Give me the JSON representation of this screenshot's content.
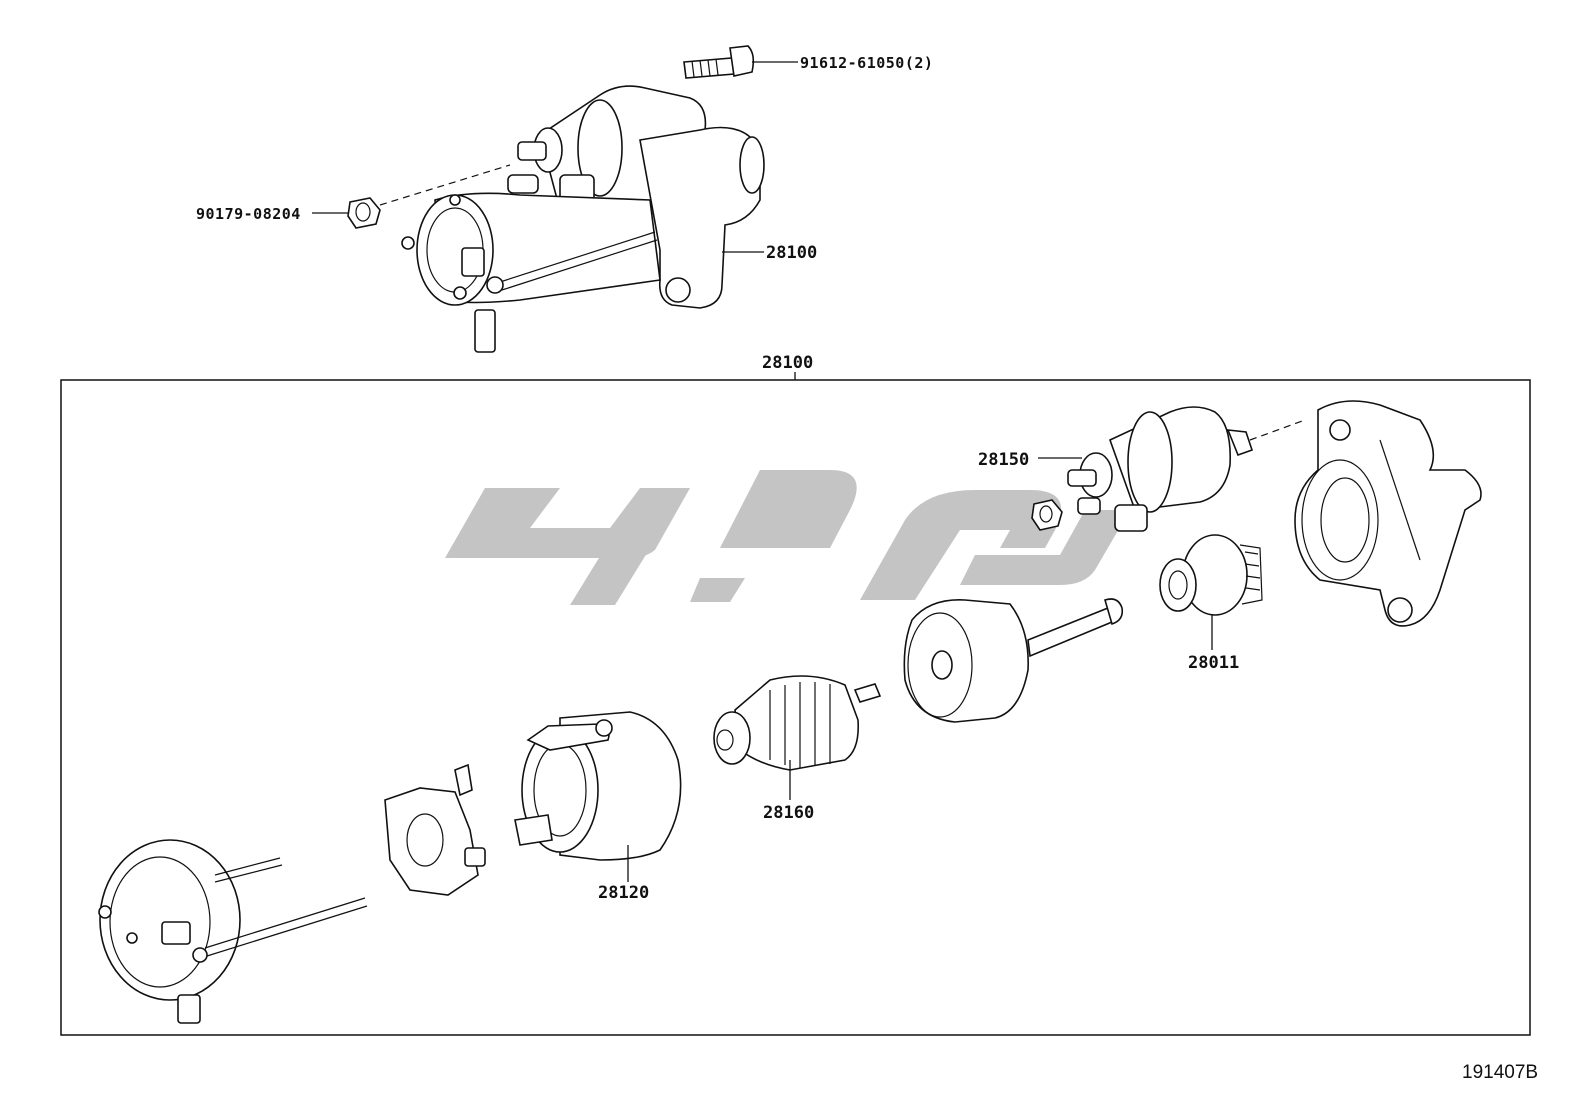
{
  "labels": {
    "bolt": "91612-61050(2)",
    "nut": "90179-08204",
    "starter_assy": "28100",
    "box_title": "28100",
    "solenoid": "28150",
    "clutch": "28011",
    "armature": "28160",
    "yoke": "28120"
  },
  "catalog_number": "191407B",
  "colors": {
    "line": "#111111",
    "watermark": "#c4c4c4"
  }
}
